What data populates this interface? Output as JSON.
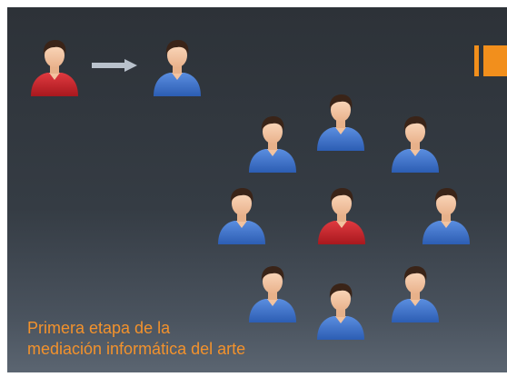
{
  "slide": {
    "caption": {
      "line1": "Primera etapa de la",
      "line2": "mediación informática del arte"
    },
    "colors": {
      "accent": "#f28f1c",
      "caption_text": "#f3922c",
      "person_red": "#c8242b",
      "person_blue": "#3a6fc8"
    },
    "icons": {
      "arrow": "right-arrow-icon",
      "accent": "orange-accent-block",
      "person": "person-icon"
    }
  }
}
